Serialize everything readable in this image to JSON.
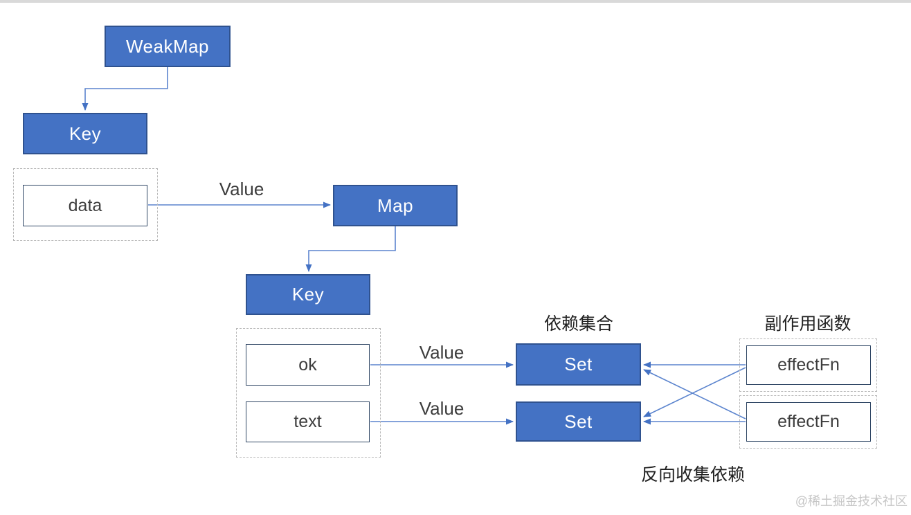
{
  "diagram": {
    "nodes": {
      "weakmap": "WeakMap",
      "key_outer": "Key",
      "data": "data",
      "map": "Map",
      "key_inner": "Key",
      "ok": "ok",
      "text": "text",
      "set_ok": "Set",
      "set_text": "Set",
      "effectfn_1": "effectFn",
      "effectfn_2": "effectFn"
    },
    "edge_labels": {
      "data_to_map": "Value",
      "ok_to_set": "Value",
      "text_to_set": "Value"
    },
    "annotations": {
      "dep_collection": "依赖集合",
      "side_effect_fn": "副作用函数",
      "reverse_collect": "反向收集依赖"
    },
    "edges": [
      {
        "from": "WeakMap",
        "to": "Key",
        "style": "elbow-arrow"
      },
      {
        "from": "data",
        "to": "Map",
        "label": "Value",
        "style": "straight-arrow"
      },
      {
        "from": "Map",
        "to": "Key",
        "style": "elbow-arrow"
      },
      {
        "from": "ok",
        "to": "Set(ok)",
        "label": "Value",
        "style": "straight-arrow"
      },
      {
        "from": "text",
        "to": "Set(text)",
        "label": "Value",
        "style": "straight-arrow"
      },
      {
        "from": "effectFn(1)",
        "to": "Set(ok)",
        "style": "straight-arrow"
      },
      {
        "from": "effectFn(1)",
        "to": "Set(text)",
        "style": "diagonal-arrow"
      },
      {
        "from": "effectFn(2)",
        "to": "Set(text)",
        "style": "straight-arrow"
      },
      {
        "from": "effectFn(2)",
        "to": "Set(ok)",
        "style": "diagonal-arrow"
      }
    ],
    "colors": {
      "node_fill": "#4472c4",
      "node_border": "#2f528f",
      "white_node_border": "#2e4563",
      "connector": "#5b84ce",
      "arrowhead": "#4472c4",
      "dashed_border": "#b8b8b8"
    }
  },
  "watermark": "@稀土掘金技术社区"
}
